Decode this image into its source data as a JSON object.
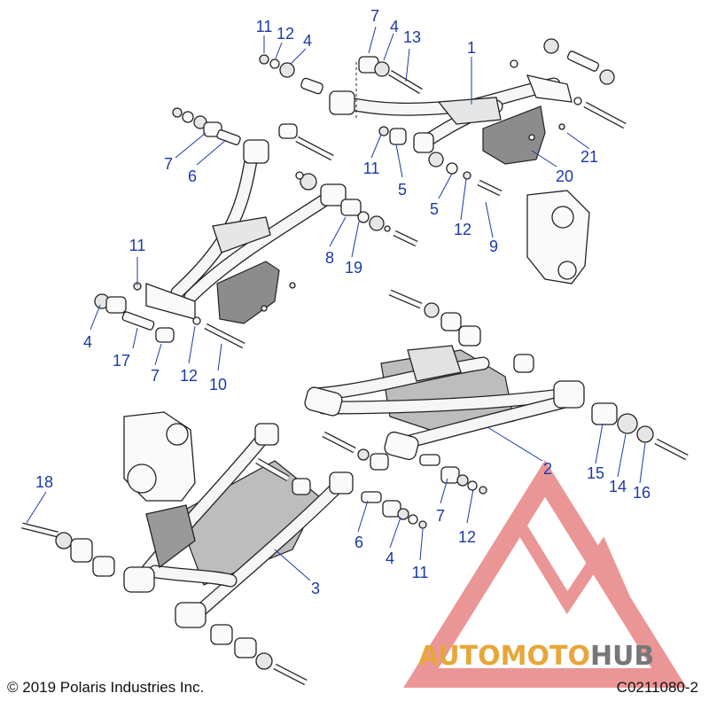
{
  "callouts": {
    "c1": "1",
    "c2": "2",
    "c3": "3",
    "c4a": "4",
    "c4b": "4",
    "c4c": "4",
    "c4d": "4",
    "c5a": "5",
    "c5b": "5",
    "c6a": "6",
    "c6b": "6",
    "c7a": "7",
    "c7b": "7",
    "c7c": "7",
    "c7d": "7",
    "c8": "8",
    "c9": "9",
    "c10": "10",
    "c11a": "11",
    "c11b": "11",
    "c11c": "11",
    "c11d": "11",
    "c12a": "12",
    "c12b": "12",
    "c12c": "12",
    "c12d": "12",
    "c13": "13",
    "c14": "14",
    "c15": "15",
    "c16": "16",
    "c17": "17",
    "c18": "18",
    "c19": "19",
    "c20": "20",
    "c21": "21"
  },
  "footer": {
    "copyright": "© 2019 Polaris Industries Inc.",
    "code": "C0211080-2"
  },
  "watermark": {
    "part1": "AUTOMOTO",
    "part2": "HUB",
    "color_primary": "#e8a63a",
    "color_secondary": "#777777",
    "logo_color": "#e57373"
  },
  "colors": {
    "callout": "#1a3aa8",
    "line": "#222222",
    "plate": "#8c8c8c"
  }
}
